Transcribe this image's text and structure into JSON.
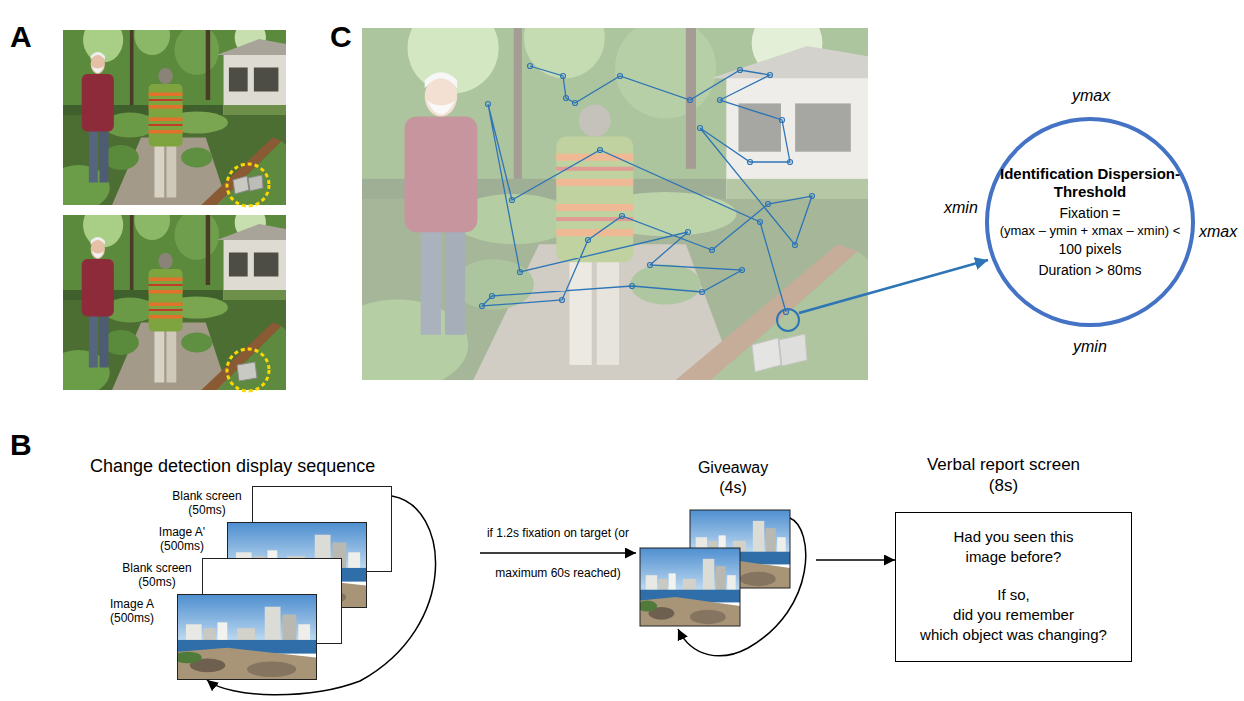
{
  "diagram": {
    "nodes": [
      {
        "text": [
          "Identification Dispersion-Threshold",
          "Fixation =",
          "(ymax – ymin + xmax – xmin) <",
          "100 pixels",
          "Duration > 80ms"
        ]
      },
      {
        "text": [
          "Change detection display sequence"
        ]
      },
      {
        "text": [
          "Blank screen (50ms)"
        ],
        "in": 1
      },
      {
        "text": [
          "Image A' (500ms)"
        ],
        "in": 1
      },
      {
        "text": [
          "Blank screen (50ms)"
        ],
        "in": 1
      },
      {
        "text": [
          "Image A (500ms)"
        ],
        "in": 1
      },
      {
        "text": [
          "Giveaway",
          "(4s)"
        ]
      },
      {
        "text": [
          "Verbal report screen",
          "(8s)",
          "Had you seen this",
          "image before?",
          "If so,",
          "did you remember",
          "which object was changing?"
        ]
      }
    ],
    "edges": [
      {
        "from": 1,
        "to": 6,
        "arrow": "to",
        "label": "if 1.2s fixation on target (or maximum 60s reached)"
      },
      {
        "from": 2,
        "to": 5,
        "arrow": "to"
      },
      {
        "from": 6,
        "to": 7,
        "arrow": "to"
      }
    ],
    "labels": [
      "A",
      "C",
      "ymax",
      "xmin",
      "xmax",
      "ymin",
      "B"
    ]
  }
}
